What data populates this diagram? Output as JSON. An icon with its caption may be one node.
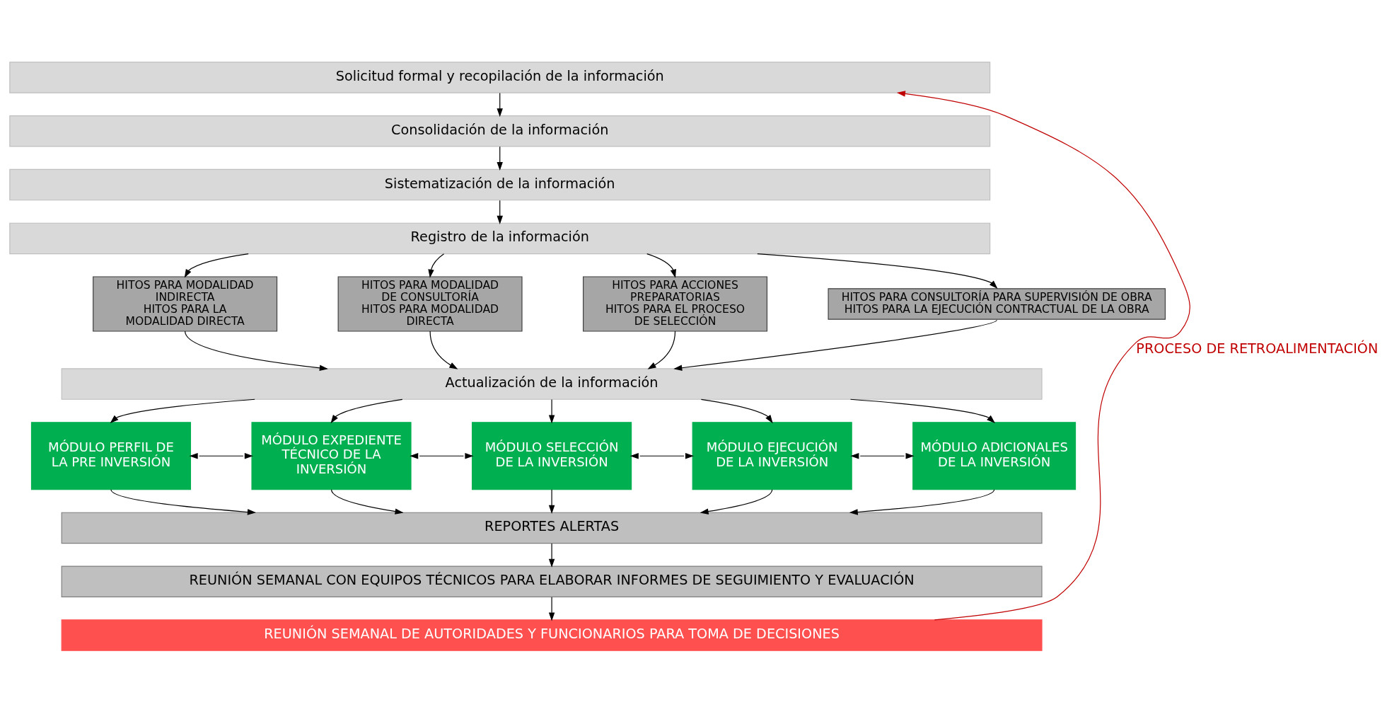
{
  "diagram": {
    "nodes": [
      {
        "text": [
          "Solicitud formal y recopilación de la información"
        ]
      },
      {
        "text": [
          "Consolidación de la información"
        ]
      },
      {
        "text": [
          "Sistematización de la información"
        ]
      },
      {
        "text": [
          "Registro de la información"
        ]
      },
      {
        "text": [
          "HITOS PARA MODALIDAD INDIRECTA",
          "HITOS PARA LA MODALIDAD DIRECTA"
        ]
      },
      {
        "text": [
          "HITOS PARA MODALIDAD DE CONSULTORÍA",
          "HITOS PARA MODALIDAD DIRECTA"
        ]
      },
      {
        "text": [
          "HITOS PARA ACCIONES PREPARATORIAS",
          "HITOS PARA EL PROCESO DE SELECCIÓN"
        ]
      },
      {
        "text": [
          "HITOS PARA CONSULTORÍA PARA SUPERVISIÓN DE OBRA",
          "HITOS PARA LA EJECUCIÓN CONTRACTUAL DE LA OBRA"
        ]
      },
      {
        "text": [
          "Actualización de la información"
        ]
      },
      {
        "text": [
          "MÓDULO PERFIL DE LA PRE INVERSIÓN"
        ]
      },
      {
        "text": [
          "MÓDULO EXPEDIENTE TÉCNICO DE LA INVERSIÓN"
        ]
      },
      {
        "text": [
          "MÓDULO SELECCIÓN DE LA INVERSIÓN"
        ]
      },
      {
        "text": [
          "MÓDULO EJECUCIÓN DE LA INVERSIÓN"
        ]
      },
      {
        "text": [
          "MÓDULO ADICIONALES DE LA INVERSIÓN"
        ]
      },
      {
        "text": [
          "REPORTES ALERTAS"
        ]
      },
      {
        "text": [
          "REUNIÓN SEMANAL CON EQUIPOS TÉCNICOS PARA ELABORAR INFORMES DE SEGUIMIENTO Y EVALUACIÓN"
        ]
      },
      {
        "text": [
          "REUNIÓN SEMANAL DE AUTORIDADES Y FUNCIONARIOS PARA TOMA DE DECISIONES"
        ]
      }
    ],
    "edges": [
      {
        "from": 0,
        "to": 1,
        "arrow": "to"
      },
      {
        "from": 1,
        "to": 2,
        "arrow": "to"
      },
      {
        "from": 2,
        "to": 3,
        "arrow": "to"
      },
      {
        "from": 3,
        "to": 4,
        "arrow": "to"
      },
      {
        "from": 3,
        "to": 5,
        "arrow": "to"
      },
      {
        "from": 3,
        "to": 6,
        "arrow": "to"
      },
      {
        "from": 3,
        "to": 7,
        "arrow": "to"
      },
      {
        "from": 4,
        "to": 8,
        "arrow": "to"
      },
      {
        "from": 5,
        "to": 8,
        "arrow": "to"
      },
      {
        "from": 6,
        "to": 8,
        "arrow": "to"
      },
      {
        "from": 7,
        "to": 8,
        "arrow": "to"
      },
      {
        "from": 8,
        "to": 9,
        "arrow": "to"
      },
      {
        "from": 8,
        "to": 10,
        "arrow": "to"
      },
      {
        "from": 8,
        "to": 11,
        "arrow": "to"
      },
      {
        "from": 8,
        "to": 12,
        "arrow": "to"
      },
      {
        "from": 8,
        "to": 13,
        "arrow": "to"
      },
      {
        "from": 9,
        "to": 10,
        "arrow": "both"
      },
      {
        "from": 10,
        "to": 11,
        "arrow": "both"
      },
      {
        "from": 11,
        "to": 12,
        "arrow": "both"
      },
      {
        "from": 12,
        "to": 13,
        "arrow": "both"
      },
      {
        "from": 9,
        "to": 14,
        "arrow": "to"
      },
      {
        "from": 10,
        "to": 14,
        "arrow": "to"
      },
      {
        "from": 11,
        "to": 14,
        "arrow": "to"
      },
      {
        "from": 12,
        "to": 14,
        "arrow": "to"
      },
      {
        "from": 13,
        "to": 14,
        "arrow": "to"
      },
      {
        "from": 14,
        "to": 15,
        "arrow": "to"
      },
      {
        "from": 15,
        "to": 16,
        "arrow": "to"
      },
      {
        "from": 16,
        "to": 0,
        "arrow": "to",
        "label": "PROCESO DE RETROALIMENTACIÓN",
        "color": "#c00000"
      }
    ]
  }
}
